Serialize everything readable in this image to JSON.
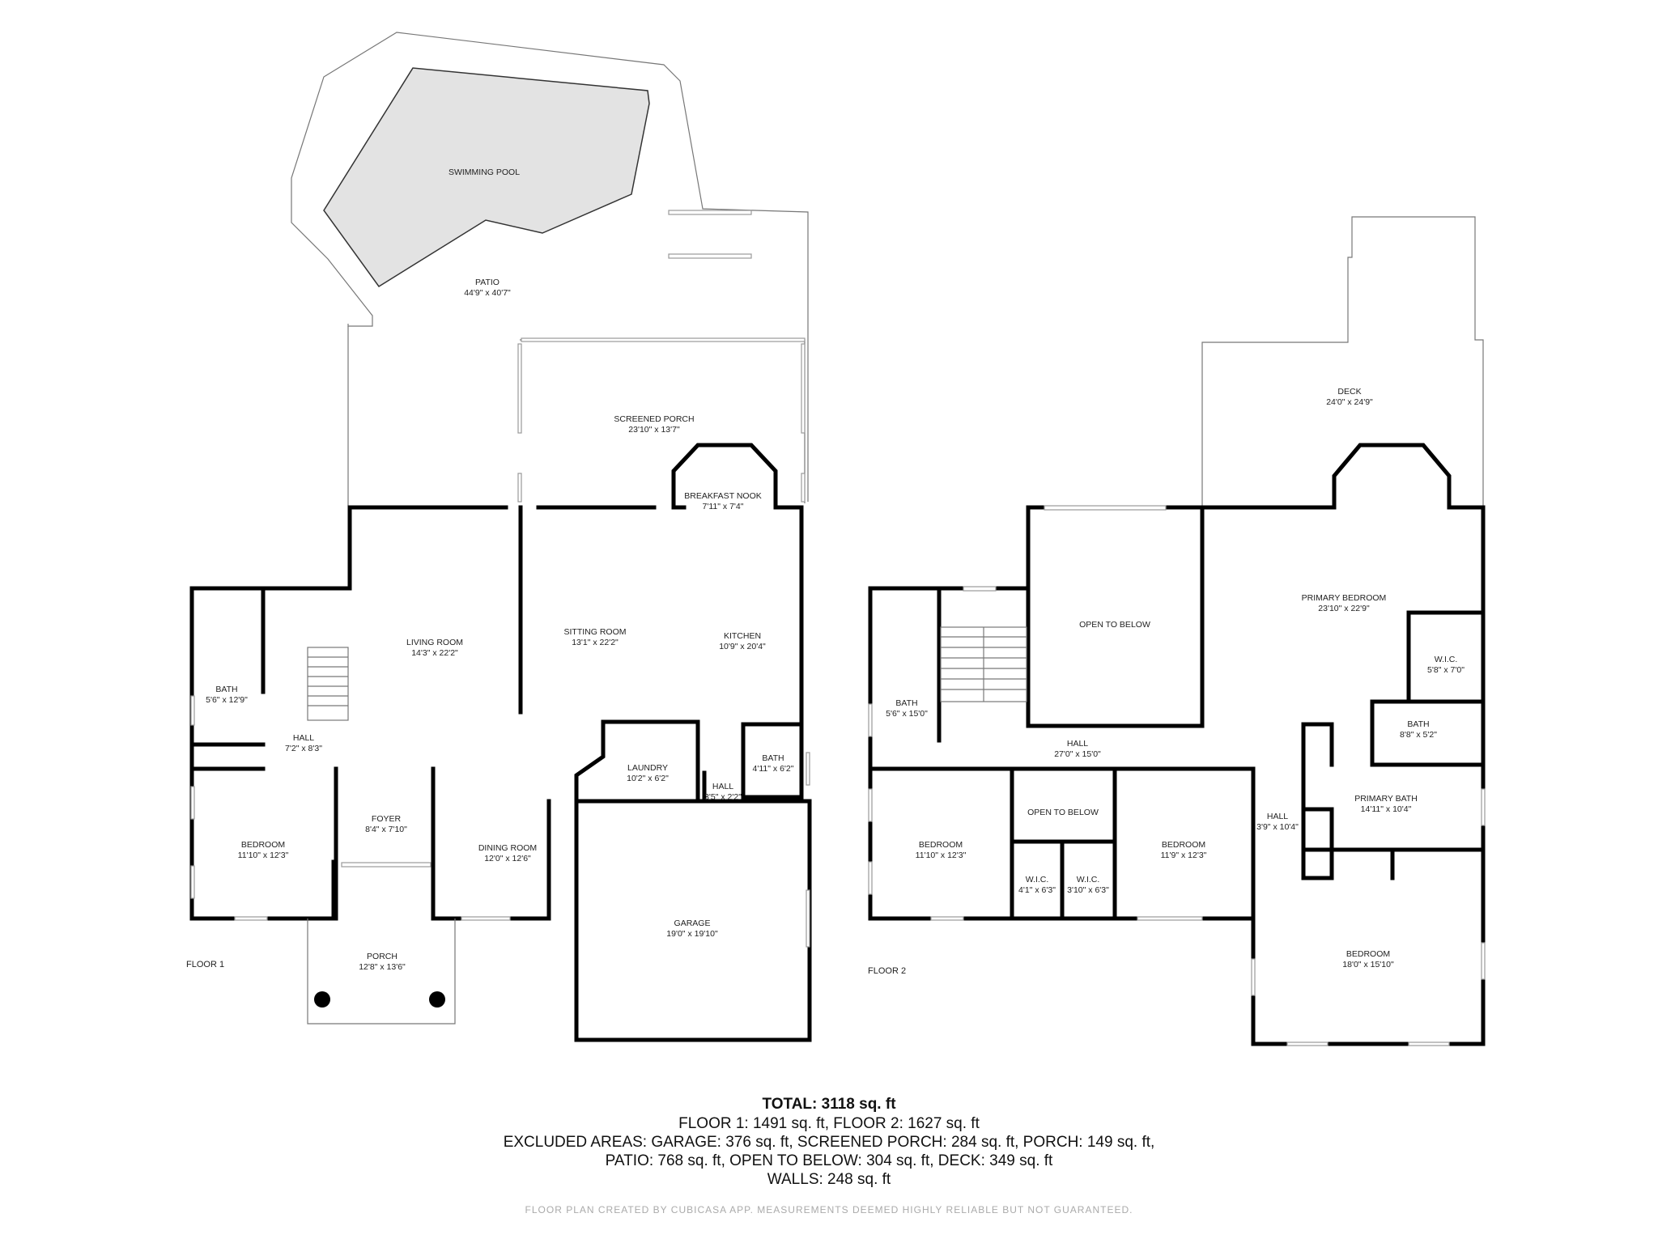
{
  "floor1": {
    "label": "FLOOR 1",
    "rooms": {
      "pool": {
        "name": "SWIMMING POOL",
        "dims": ""
      },
      "patio": {
        "name": "PATIO",
        "dims": "44'9\" x 40'7\""
      },
      "screened": {
        "name": "SCREENED PORCH",
        "dims": "23'10\" x 13'7\""
      },
      "nook": {
        "name": "BREAKFAST NOOK",
        "dims": "7'11\" x 7'4\""
      },
      "living": {
        "name": "LIVING ROOM",
        "dims": "14'3\" x 22'2\""
      },
      "sitting": {
        "name": "SITTING ROOM",
        "dims": "13'1\" x 22'2\""
      },
      "kitchen": {
        "name": "KITCHEN",
        "dims": "10'9\" x 20'4\""
      },
      "bath1": {
        "name": "BATH",
        "dims": "5'6\" x 12'9\""
      },
      "hall1": {
        "name": "HALL",
        "dims": "7'2\" x 8'3\""
      },
      "laundry": {
        "name": "LAUNDRY",
        "dims": "10'2\" x 6'2\""
      },
      "bath2": {
        "name": "BATH",
        "dims": "4'11\" x 6'2\""
      },
      "hall2": {
        "name": "HALL",
        "dims": "3'5\" x 2'2\""
      },
      "bedroom1": {
        "name": "BEDROOM",
        "dims": "11'10\" x 12'3\""
      },
      "foyer": {
        "name": "FOYER",
        "dims": "8'4\" x 7'10\""
      },
      "dining": {
        "name": "DINING ROOM",
        "dims": "12'0\" x 12'6\""
      },
      "garage": {
        "name": "GARAGE",
        "dims": "19'0\" x 19'10\""
      },
      "porch": {
        "name": "PORCH",
        "dims": "12'8\" x 13'6\""
      }
    }
  },
  "floor2": {
    "label": "FLOOR 2",
    "rooms": {
      "deck": {
        "name": "DECK",
        "dims": "24'0\" x 24'9\""
      },
      "open1": {
        "name": "OPEN TO BELOW",
        "dims": ""
      },
      "primary": {
        "name": "PRIMARY BEDROOM",
        "dims": "23'10\" x 22'9\""
      },
      "wic1": {
        "name": "W.I.C.",
        "dims": "5'8\" x 7'0\""
      },
      "bath3": {
        "name": "BATH",
        "dims": "5'6\" x 15'0\""
      },
      "bath4": {
        "name": "BATH",
        "dims": "8'8\" x 5'2\""
      },
      "hall3": {
        "name": "HALL",
        "dims": "27'0\" x 15'0\""
      },
      "primarybath": {
        "name": "PRIMARY BATH",
        "dims": "14'11\" x 10'4\""
      },
      "hall4": {
        "name": "HALL",
        "dims": "3'9\" x 10'4\""
      },
      "open2": {
        "name": "OPEN TO BELOW",
        "dims": ""
      },
      "bedroom2": {
        "name": "BEDROOM",
        "dims": "11'10\" x 12'3\""
      },
      "bedroom3": {
        "name": "BEDROOM",
        "dims": "11'9\" x 12'3\""
      },
      "wic2": {
        "name": "W.I.C.",
        "dims": "4'1\" x 6'3\""
      },
      "wic3": {
        "name": "W.I.C.",
        "dims": "3'10\" x 6'3\""
      },
      "bedroom4": {
        "name": "BEDROOM",
        "dims": "18'0\" x 15'10\""
      }
    }
  },
  "summary": {
    "total": "TOTAL: 3118 sq. ft",
    "line1": "FLOOR 1: 1491 sq. ft, FLOOR 2: 1627 sq. ft",
    "line2": "EXCLUDED AREAS: GARAGE: 376 sq. ft, SCREENED PORCH: 284 sq. ft, PORCH: 149 sq. ft,",
    "line3": "PATIO: 768 sq. ft, OPEN TO BELOW: 304 sq. ft, DECK: 349 sq. ft",
    "line4": "WALLS: 248 sq. ft"
  },
  "credit": "FLOOR PLAN CREATED BY CUBICASA APP. MEASUREMENTS DEEMED HIGHLY RELIABLE BUT NOT GUARANTEED."
}
